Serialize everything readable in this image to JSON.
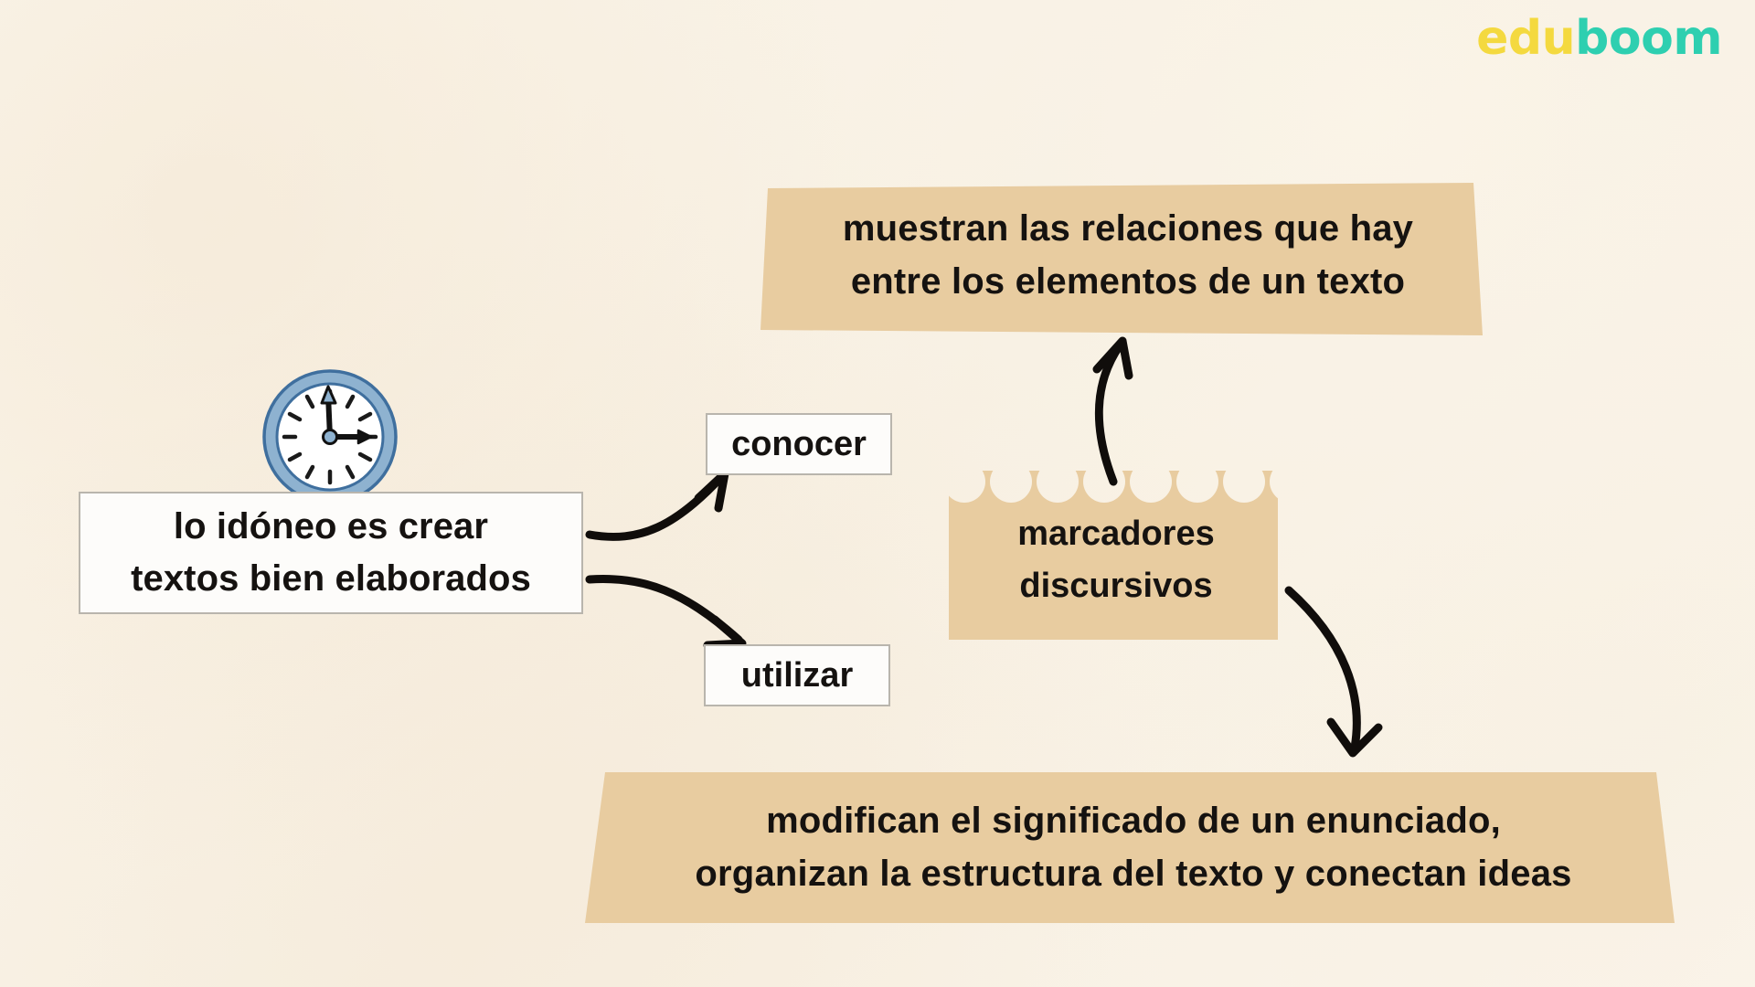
{
  "brand": {
    "name_part1": "edu",
    "name_part2": "boom",
    "color_part1": "#f4d93f",
    "color_part2": "#2ecfb0"
  },
  "theme": {
    "background": "#faf4e8",
    "banner_fill": "#e8cca0",
    "box_fill": "#fdfcfa",
    "box_border": "#b9b5ad",
    "text_color": "#151210",
    "arrow_color": "#100d0b",
    "clock_ring": "#8eb2d0",
    "clock_ring_dark": "#3f6f9e",
    "clock_face": "#ffffff"
  },
  "nodes": {
    "main_statement": {
      "line1": "lo idóneo es crear",
      "line2": "textos bien elaborados"
    },
    "conocer": {
      "label": "conocer"
    },
    "utilizar": {
      "label": "utilizar"
    },
    "marcadores": {
      "line1": "marcadores",
      "line2": "discursivos"
    },
    "banner_top": {
      "line1": "muestran las relaciones que hay",
      "line2": "entre los elementos de un texto"
    },
    "banner_bottom": {
      "line1": "modifican el significado de un enunciado,",
      "line2": "organizan la estructura del texto y conectan ideas"
    }
  },
  "icons": {
    "clock": "clock-icon"
  },
  "connections": [
    {
      "from": "main_statement",
      "to": "conocer",
      "style": "curved-arrow-up-right"
    },
    {
      "from": "main_statement",
      "to": "utilizar",
      "style": "curved-arrow-down-right"
    },
    {
      "from": "marcadores",
      "to": "banner_top",
      "style": "curved-arrow-up"
    },
    {
      "from": "marcadores",
      "to": "banner_bottom",
      "style": "curved-arrow-down"
    }
  ]
}
